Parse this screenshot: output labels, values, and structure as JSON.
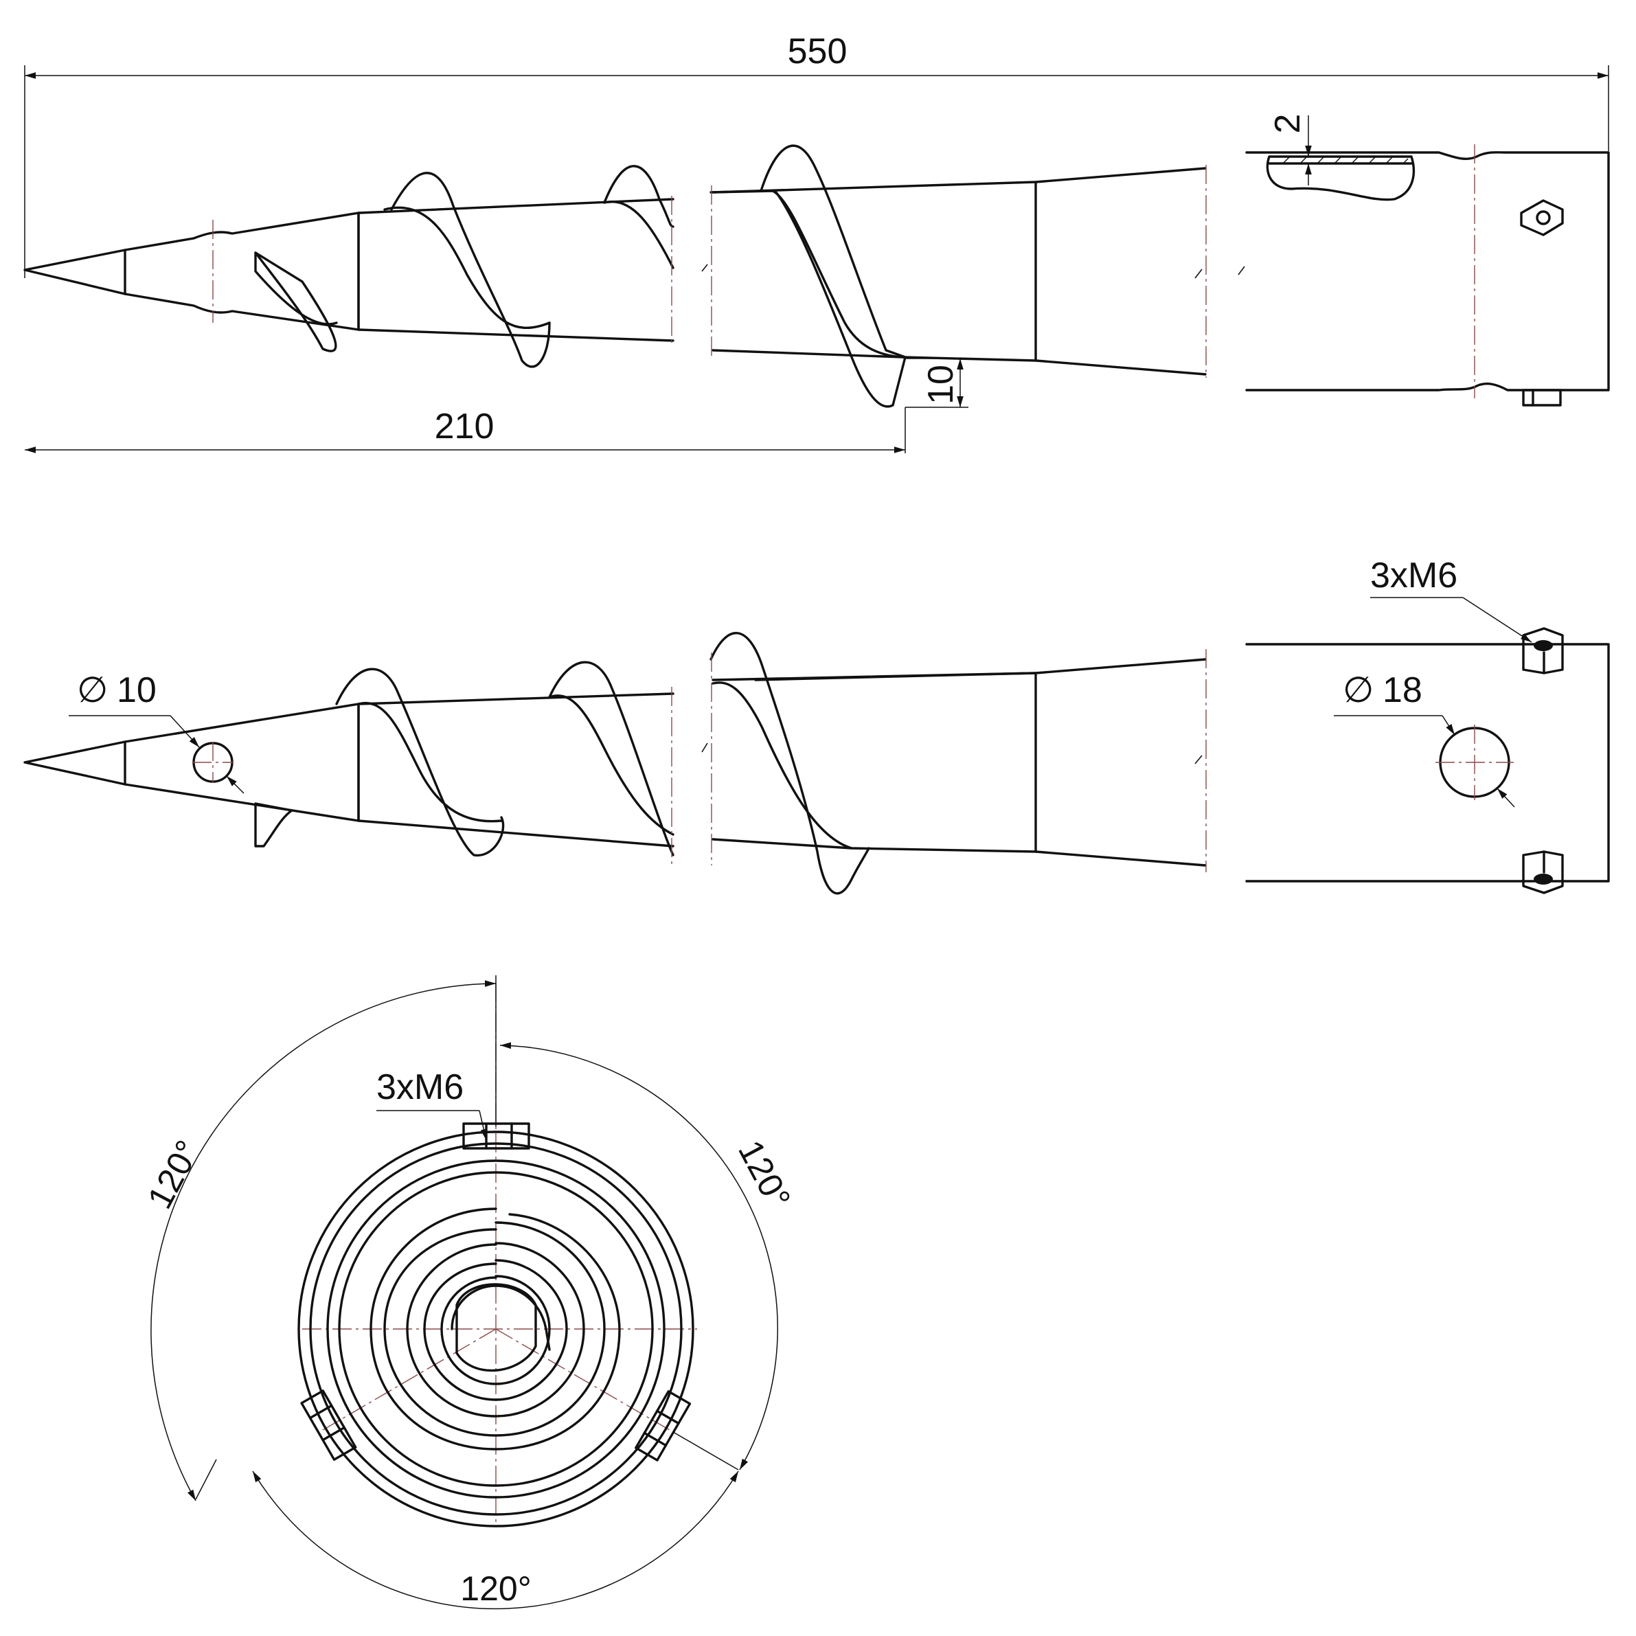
{
  "drawing": {
    "dimensions": {
      "total_length": "550",
      "tip_length": "210",
      "thread_height": "10",
      "slot_depth": "2",
      "pin_hole_diameter": "10",
      "tube_hole_diameter": "18",
      "bolts_side": "3xM6",
      "bolts_end": "3xM6",
      "angle_left": "120°",
      "angle_right": "120°",
      "angle_bottom": "120°"
    },
    "symbols": {
      "diameter": "∅"
    }
  }
}
